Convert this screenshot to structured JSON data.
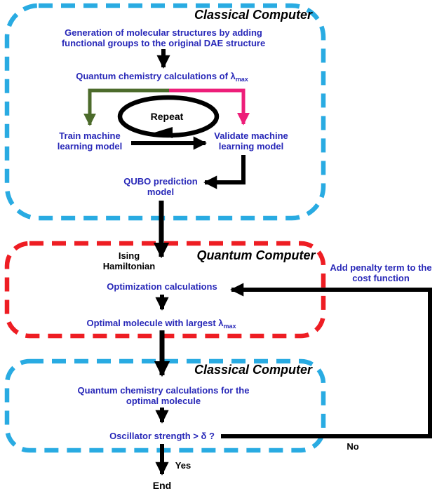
{
  "colors": {
    "classical_frame": "#29ABE2",
    "quantum_frame": "#EE1D23",
    "node_text": "#2828B8",
    "train_arrow": "#4C6B2B",
    "validate_arrow": "#ED1E79",
    "flow_arrow": "#000000"
  },
  "sections": {
    "top": {
      "title": "Classical Computer"
    },
    "middle": {
      "title": "Quantum Computer"
    },
    "bottom": {
      "title": "Classical Computer"
    }
  },
  "nodes": {
    "generation": {
      "line1": "Generation of molecular structures by adding",
      "line2": "functional groups to the original DAE structure"
    },
    "lambda_calc": {
      "main": "Quantum chemistry calculations of λ",
      "sub": "max"
    },
    "repeat": {
      "label": "Repeat"
    },
    "train": {
      "line1": "Train machine",
      "line2": "learning model"
    },
    "validate": {
      "line1": "Validate machine",
      "line2": "learning model"
    },
    "qubo": {
      "line1": "QUBO prediction",
      "line2": "model"
    },
    "ising": {
      "line1": "Ising",
      "line2": "Hamiltonian"
    },
    "optimization": {
      "label": "Optimization calculations"
    },
    "optimal": {
      "main": "Optimal molecule with largest λ",
      "sub": "max"
    },
    "penalty": {
      "line1": "Add penalty term to the",
      "line2": "cost function"
    },
    "qchem_optimal": {
      "line1": "Quantum chemistry calculations for the",
      "line2": "optimal molecule"
    },
    "oscillator": {
      "label": "Oscillator strength > δ ?"
    },
    "end": {
      "label": "End"
    }
  },
  "branches": {
    "yes": "Yes",
    "no": "No"
  }
}
